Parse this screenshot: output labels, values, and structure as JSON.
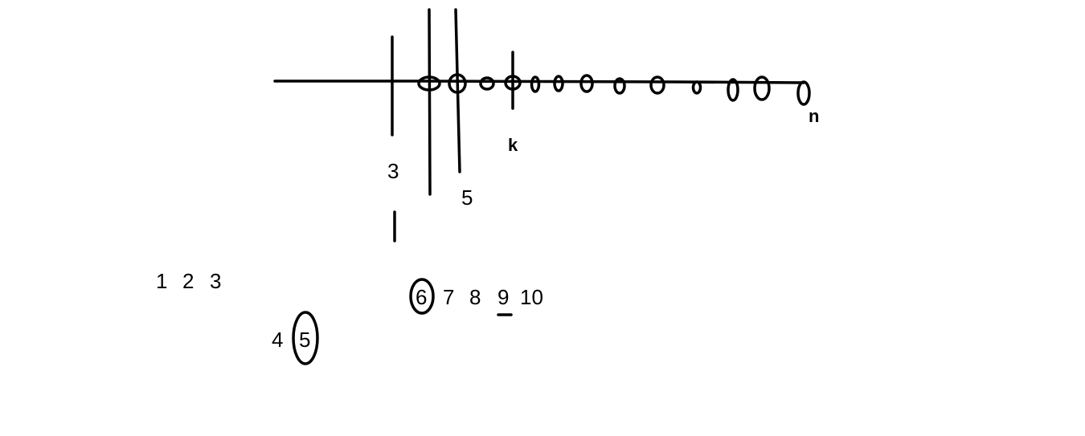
{
  "diagram": {
    "stroke_color": "#000000",
    "background": "#ffffff",
    "top_labels": {
      "three": "3",
      "five": "5",
      "k": "k",
      "n": "n"
    },
    "sequence_row_1": [
      "1",
      "2",
      "3"
    ],
    "sequence_row_2": [
      "6",
      "7",
      "8",
      "9",
      "10"
    ],
    "sequence_row_3": [
      "4",
      "5"
    ],
    "circled_numbers": [
      "6",
      "5"
    ],
    "underlined_numbers": [
      "9"
    ]
  }
}
